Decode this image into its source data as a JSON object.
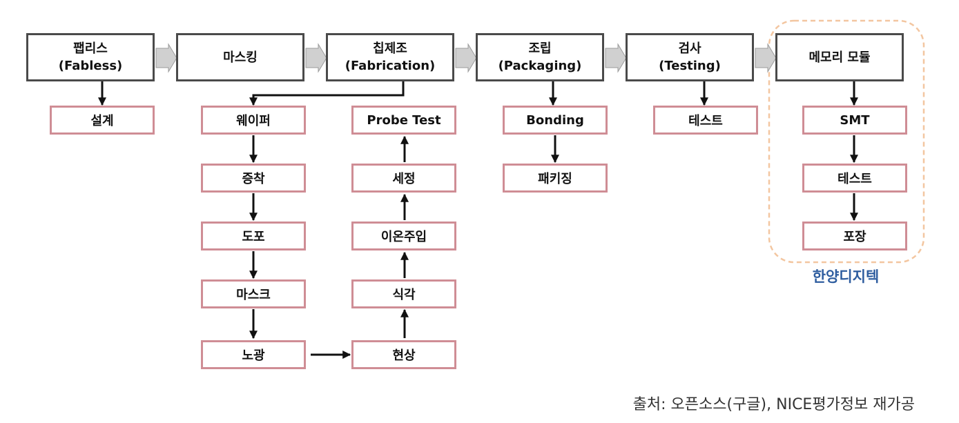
{
  "stages": [
    {
      "line1": "팹리스",
      "line2": "(Fabless)"
    },
    {
      "line1": "마스킹",
      "line2": ""
    },
    {
      "line1": "칩제조",
      "line2": "(Fabrication)"
    },
    {
      "line1": "조립",
      "line2": "(Packaging)"
    },
    {
      "line1": "검사",
      "line2": "(Testing)"
    },
    {
      "line1": "메모리 모듈",
      "line2": ""
    }
  ],
  "fabless_steps": [
    "설계"
  ],
  "wafer_steps": [
    "웨이퍼",
    "증착",
    "도포",
    "마스크",
    "노광"
  ],
  "process_steps": [
    "Probe Test",
    "세정",
    "이온주입",
    "식각",
    "현상"
  ],
  "packaging_steps": [
    "Bonding",
    "패키징"
  ],
  "testing_steps": [
    "테스트"
  ],
  "module_steps": [
    "SMT",
    "테스트",
    "포장"
  ],
  "highlight_label": "한양디지텍",
  "source_note": "출처: 오픈소스(구글), NICE평가정보 재가공",
  "colors": {
    "main_border": "#4a4a4a",
    "sub_border": "#cf8d95",
    "chevron": "#d0d0d0",
    "highlight_outline": "#f3c6a0",
    "highlight_label": "#2e5d9f"
  }
}
